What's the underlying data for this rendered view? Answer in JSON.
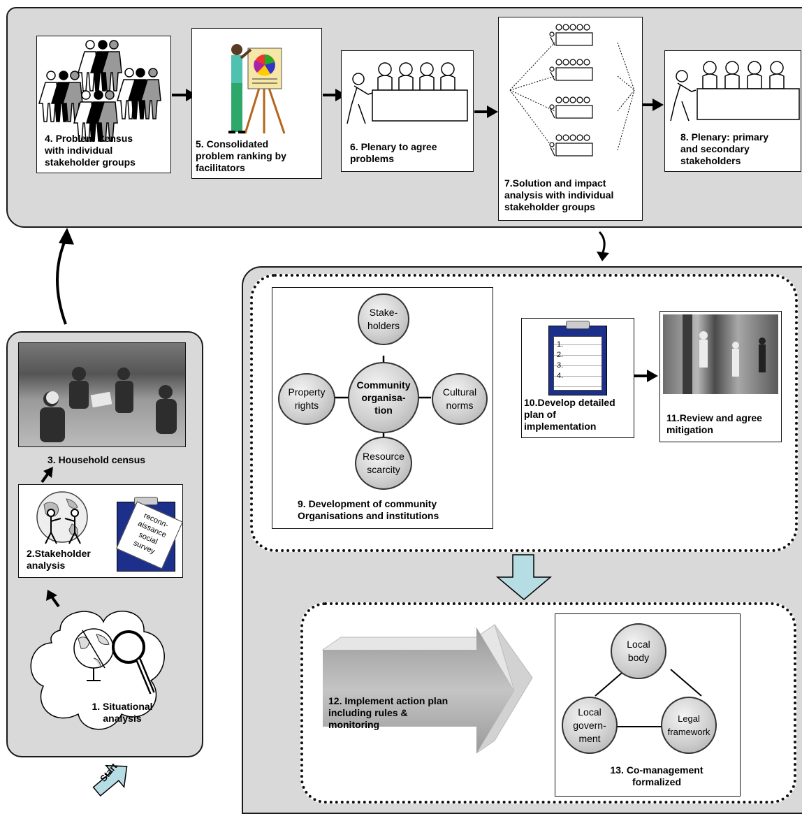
{
  "steps": {
    "s1": "1.  Situational\nanalysis",
    "s2": "2.Stakeholder\nanalysis",
    "s2_clipboard": "reconn-\naissance\nsocial\nsurvey",
    "s3": "3. Household census",
    "s4": "4.  Problem Census\nwith individual\nstakeholder groups",
    "s5": "5.  Consolidated\nproblem ranking by\nfacilitators",
    "s6": "6.  Plenary to agree\nproblems",
    "s7": "7.Solution and impact\nanalysis with individual\nstakeholder groups",
    "s8": "8.  Plenary: primary\nand secondary\nstakeholders",
    "s9": "9.  Development of community\nOrganisations and institutions",
    "s10": "10.Develop detailed\nplan of\nimplementation",
    "s10_list": "1.\n2.\n3.\n4.",
    "s11": "11.Review and agree\nmitigation",
    "s12": "12.  Implement action plan\nincluding rules &\nmonitoring",
    "s13": "13.  Co-management\nformalized"
  },
  "community": {
    "center": "Community\norganisa-\ntion",
    "top": "Stake-\nholders",
    "left": "Property\nrights",
    "right": "Cultural\nnorms",
    "bottom": "Resource\nscarcity"
  },
  "comanagement": {
    "top": "Local\nbody",
    "left": "Local\ngovern-\nment",
    "right": "Legal\nframework"
  },
  "start_label": "Start",
  "colors": {
    "panel": "#d9d9d9",
    "clipboard": "#1c2f8a",
    "arrow_fill": "#b7dde4",
    "circle_gray": "#c8c8c8"
  }
}
